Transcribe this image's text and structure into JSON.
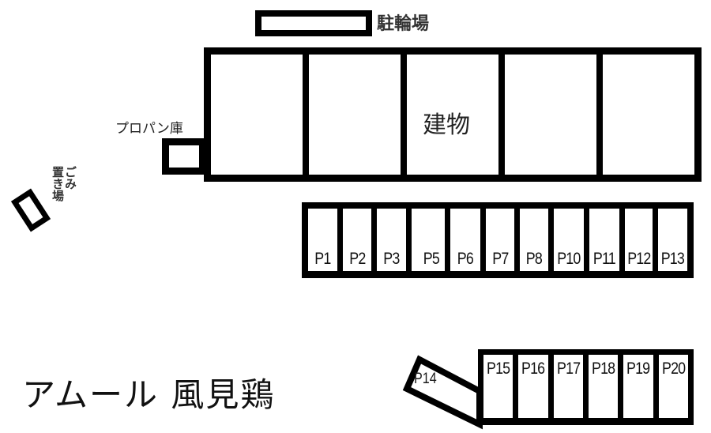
{
  "labels": {
    "bicycle_parking": "駐輪場",
    "building": "建物",
    "propane_storage": "プロパン庫",
    "garbage_area_line1": "ごみ",
    "garbage_area_line2": "置き場",
    "property_name": "アムール 風見鶏"
  },
  "parking_row_1": [
    "P1",
    "P2",
    "P3",
    "",
    "P5",
    "P6",
    "P7",
    "P8",
    "P10",
    "P11",
    "P12",
    "P13"
  ],
  "parking_row_1_visible": [
    "P1",
    "P2",
    "P3",
    "P5",
    "P6",
    "P7",
    "P8",
    "P10",
    "P11",
    "P12",
    "P13"
  ],
  "parking_angled": "P14",
  "parking_row_2": [
    "P15",
    "P16",
    "P17",
    "P18",
    "P19",
    "P20"
  ],
  "colors": {
    "line": "#000000",
    "background": "#ffffff",
    "text": "#1a1a1a"
  }
}
